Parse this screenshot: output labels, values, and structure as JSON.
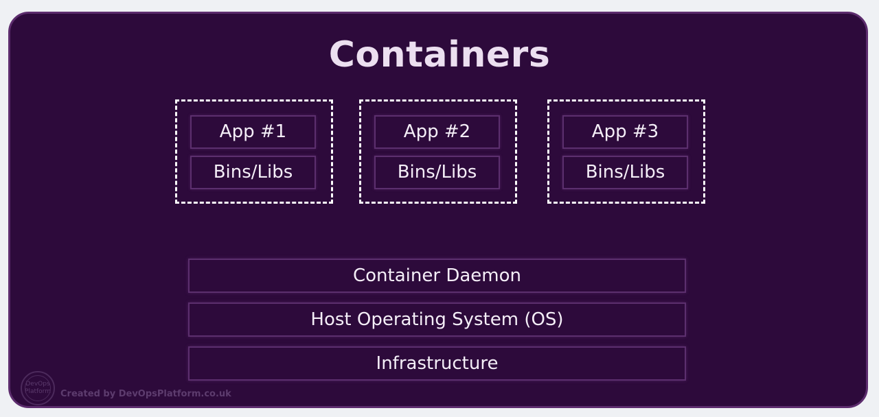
{
  "title": "Containers",
  "containers": [
    {
      "app": "App #1",
      "libs": "Bins/Libs"
    },
    {
      "app": "App #2",
      "libs": "Bins/Libs"
    },
    {
      "app": "App #3",
      "libs": "Bins/Libs"
    }
  ],
  "layers": {
    "daemon": "Container Daemon",
    "host_os": "Host Operating System (OS)",
    "infrastructure": "Infrastructure"
  },
  "logo": {
    "line1": "DevOps",
    "line2": "Platform"
  },
  "credit": "Created by DevOpsPlatform.co.uk",
  "colors": {
    "page_background": "#eff1f4",
    "panel_background": "#2d0a3b",
    "panel_border": "#5c2c6d",
    "box_border": "#5c2f6e",
    "dashed_border": "#ffffff",
    "text": "#f4eef7"
  }
}
